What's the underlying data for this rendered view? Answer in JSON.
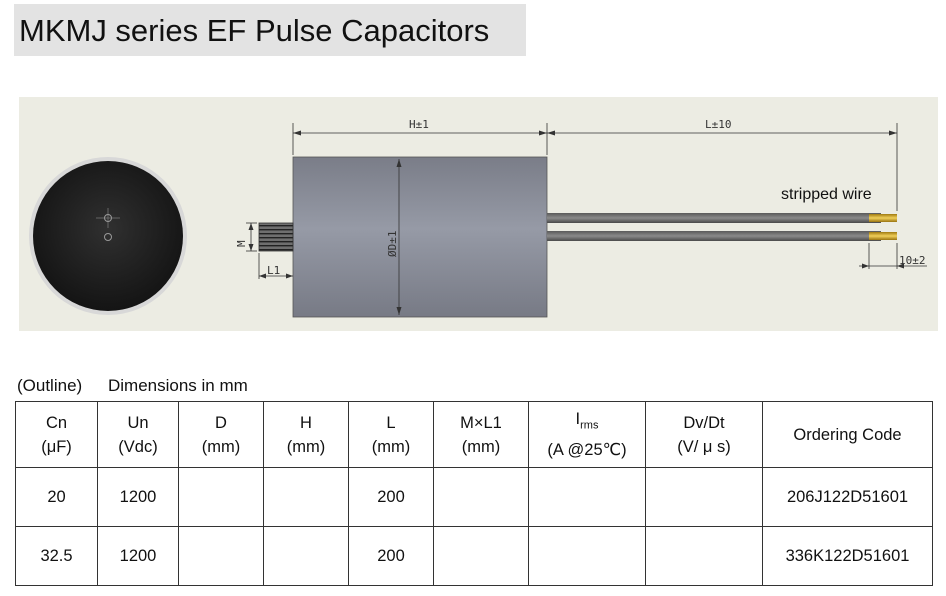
{
  "title": "MKMJ series EF Pulse Capacitors",
  "drawing": {
    "dim_h": "H±1",
    "dim_l": "L±10",
    "dim_d": "ØD±1",
    "dim_m": "M",
    "dim_l1": "L1",
    "dim_strip": "10±2",
    "stripped_label": "stripped wire"
  },
  "captions": {
    "outline": "(Outline)",
    "dimensions": "Dimensions in mm"
  },
  "table": {
    "headers": [
      {
        "line1": "Cn",
        "line2": "(μF)"
      },
      {
        "line1": "Un",
        "line2": "(Vdc)"
      },
      {
        "line1": "D",
        "line2": "(mm)"
      },
      {
        "line1": "H",
        "line2": "(mm)"
      },
      {
        "line1": "L",
        "line2": "(mm)"
      },
      {
        "line1": "M×L1",
        "line2": "(mm)"
      },
      {
        "line1": "I",
        "sub": "rms",
        "line2": "(A @25℃)"
      },
      {
        "line1": "Dv/Dt",
        "line2": "(V/ μ s)"
      },
      {
        "line1": "Ordering Code",
        "line2": ""
      }
    ],
    "rows": [
      [
        "20",
        "1200",
        "",
        "",
        "200",
        "",
        "",
        "",
        "206J122D51601"
      ],
      [
        "32.5",
        "1200",
        "",
        "",
        "200",
        "",
        "",
        "",
        "336K122D51601"
      ]
    ]
  }
}
